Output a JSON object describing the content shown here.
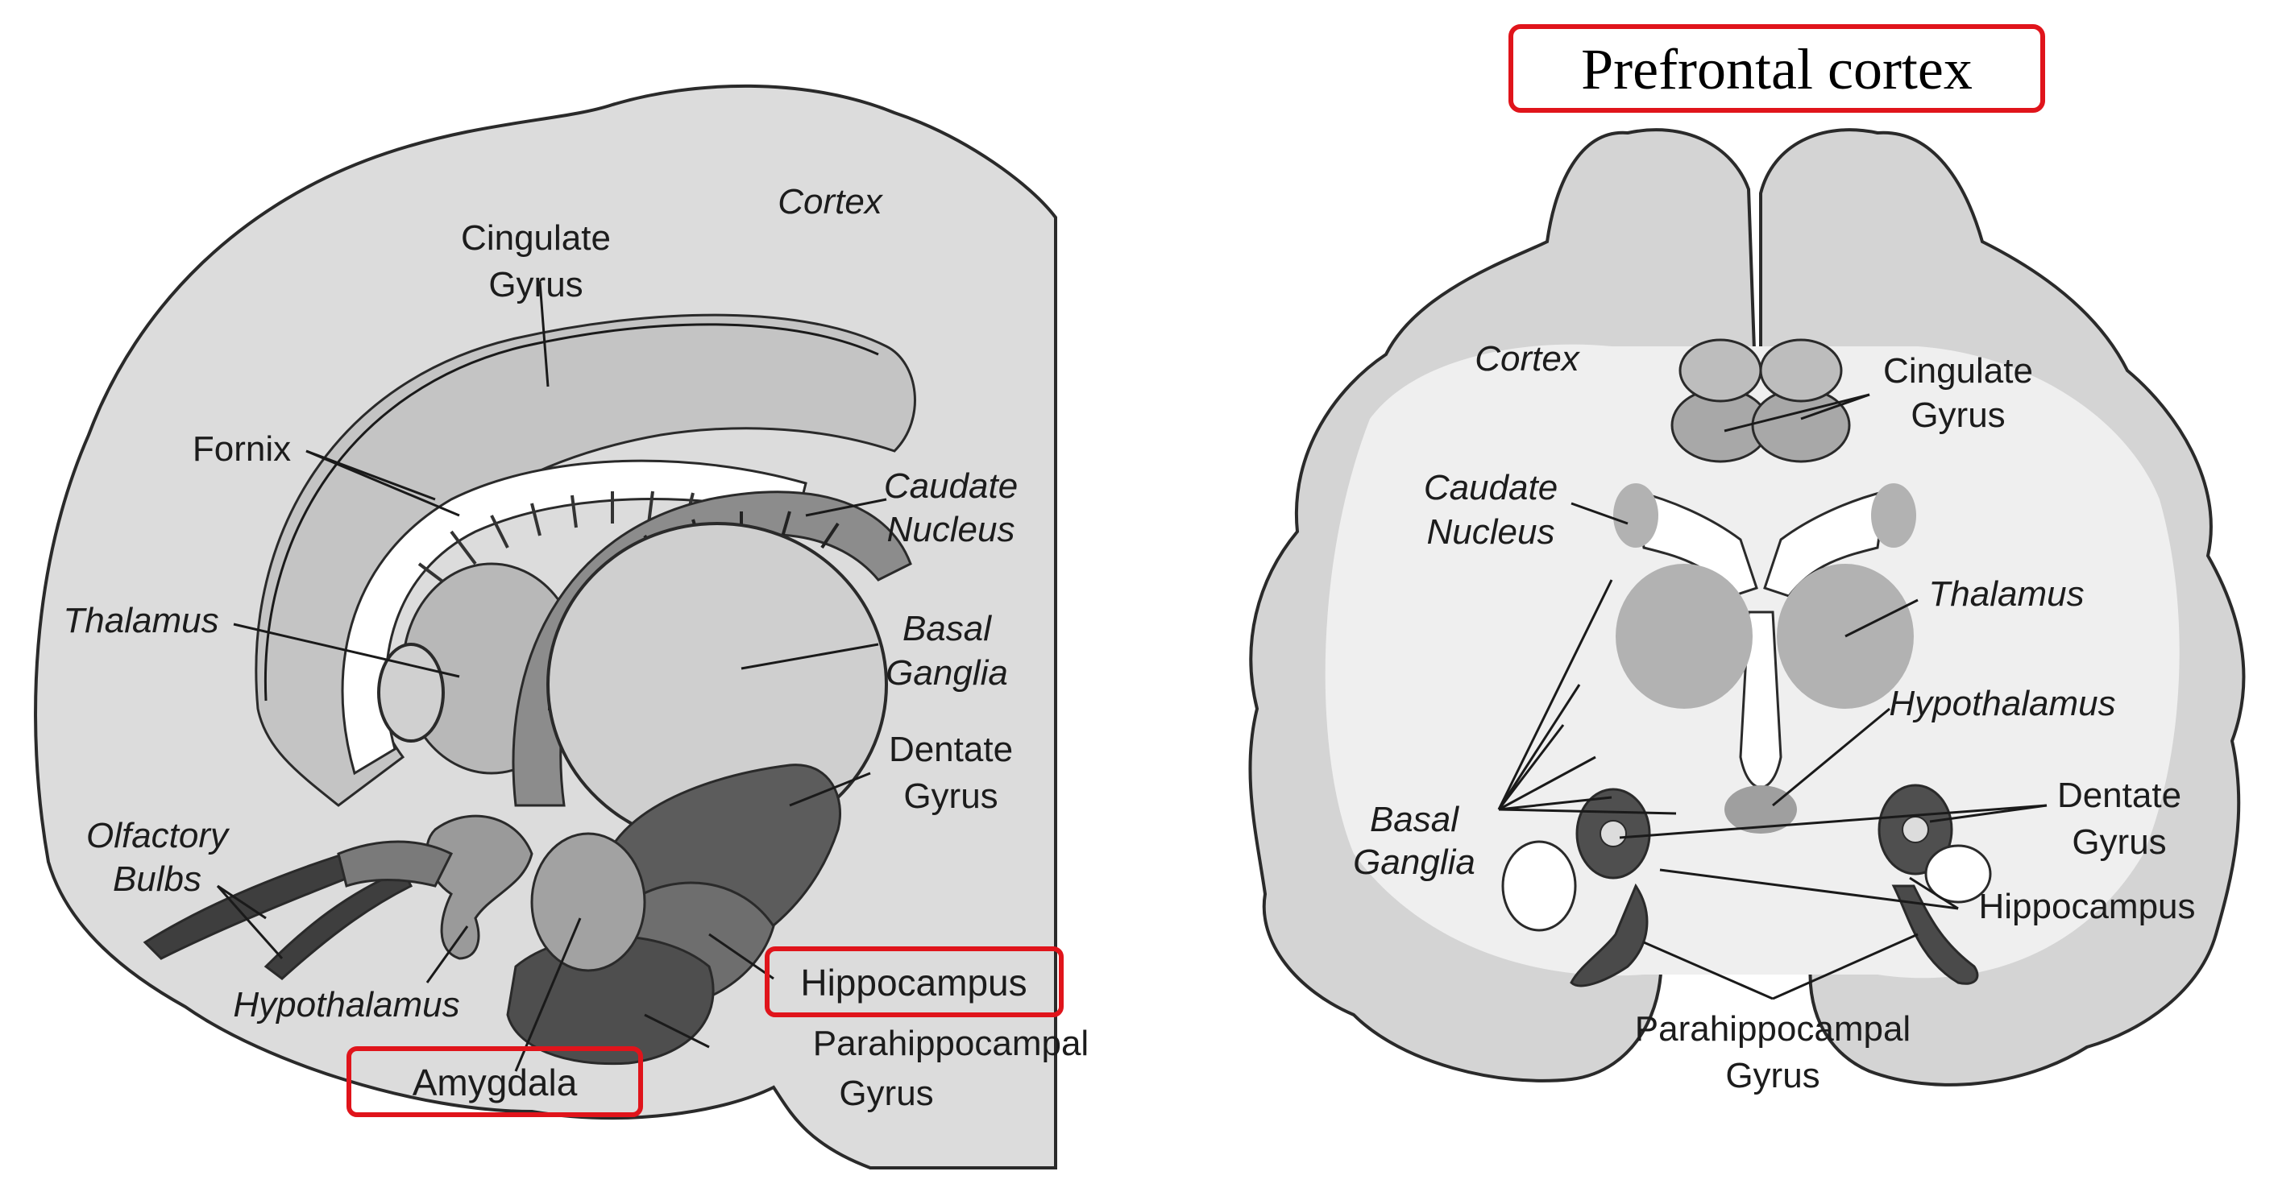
{
  "title_box": "Prefrontal cortex",
  "left_diagram": {
    "labels": {
      "cortex": "Cortex",
      "cingulate_1": "Cingulate",
      "cingulate_2": "Gyrus",
      "fornix": "Fornix",
      "caudate_1": "Caudate",
      "caudate_2": "Nucleus",
      "thalamus": "Thalamus",
      "basal_1": "Basal",
      "basal_2": "Ganglia",
      "dentate_1": "Dentate",
      "dentate_2": "Gyrus",
      "olfactory_1": "Olfactory",
      "olfactory_2": "Bulbs",
      "hypothalamus": "Hypothalamus",
      "hippocampus": "Hippocampus",
      "amygdala": "Amygdala",
      "parahippocampal_1": "Parahippocampal",
      "parahippocampal_2": "Gyrus"
    }
  },
  "right_diagram": {
    "labels": {
      "cortex": "Cortex",
      "cingulate_1": "Cingulate",
      "cingulate_2": "Gyrus",
      "caudate_1": "Caudate",
      "caudate_2": "Nucleus",
      "thalamus": "Thalamus",
      "hypothalamus": "Hypothalamus",
      "basal_1": "Basal",
      "basal_2": "Ganglia",
      "dentate_1": "Dentate",
      "dentate_2": "Gyrus",
      "hippocampus": "Hippocampus",
      "parahippocampal_1": "Parahippocampal",
      "parahippocampal_2": "Gyrus"
    }
  },
  "colors": {
    "highlight_box": "#e0141b",
    "light_gray": "#d9d9d9",
    "mid_gray": "#a9a9a9",
    "dark_gray": "#5a5a5a"
  }
}
